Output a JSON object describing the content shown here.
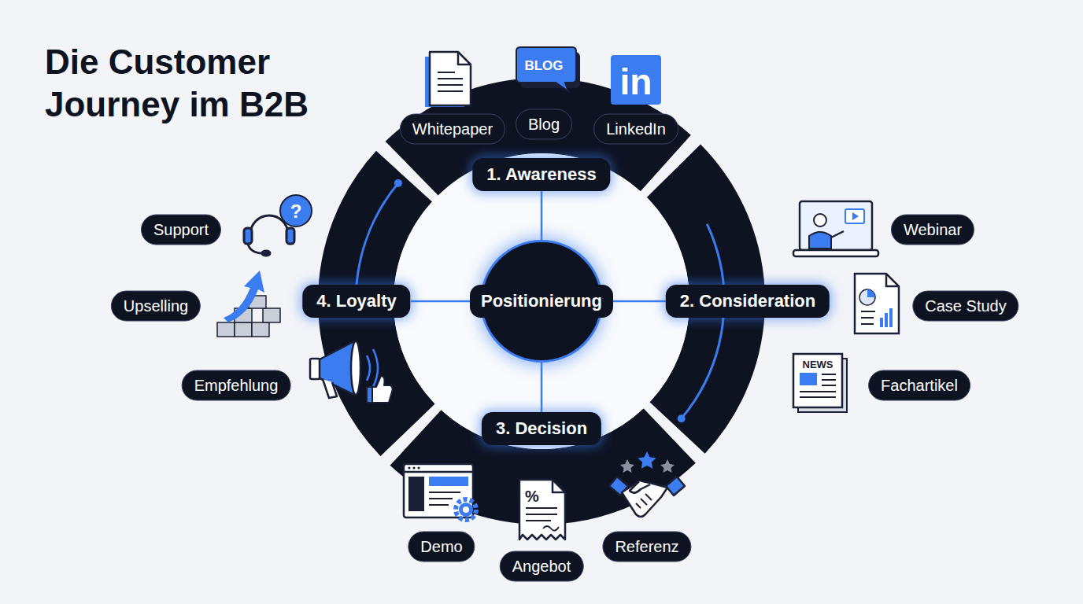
{
  "diagram": {
    "title": "Die Customer Journey im B2B",
    "nodes": [
      {
        "text": [
          "Whitepaper"
        ]
      },
      {
        "text": [
          "Blog"
        ]
      },
      {
        "text": [
          "LinkedIn"
        ]
      },
      {
        "text": [
          "1. Awareness"
        ]
      },
      {
        "text": [
          "Support"
        ]
      },
      {
        "text": [
          "Webinar"
        ]
      },
      {
        "text": [
          "Upselling"
        ]
      },
      {
        "text": [
          "4. Loyalty"
        ]
      },
      {
        "text": [
          "Positionierung"
        ]
      },
      {
        "text": [
          "2. Consideration"
        ]
      },
      {
        "text": [
          "Case Study"
        ]
      },
      {
        "text": [
          "Empfehlung"
        ]
      },
      {
        "text": [
          "Fachartikel"
        ]
      },
      {
        "text": [
          "3. Decision"
        ]
      },
      {
        "text": [
          "Demo"
        ]
      },
      {
        "text": [
          "Angebot"
        ]
      },
      {
        "text": [
          "Referenz"
        ]
      }
    ],
    "edges": [
      {
        "from": 8,
        "to": 3,
        "arrow": "none"
      },
      {
        "from": 8,
        "to": 9,
        "arrow": "none"
      },
      {
        "from": 8,
        "to": 13,
        "arrow": "none"
      },
      {
        "from": 8,
        "to": 7,
        "arrow": "none"
      }
    ],
    "labels": [
      "BLOG",
      "in",
      "NEWS",
      "%",
      "?"
    ]
  }
}
